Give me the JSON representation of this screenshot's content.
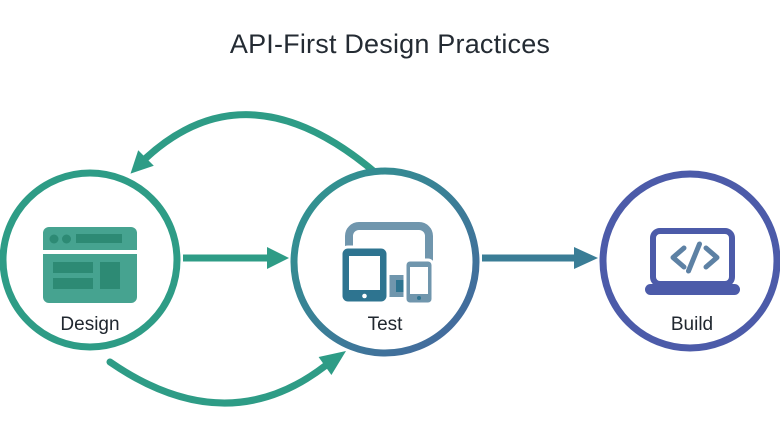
{
  "title": "API-First Design Practices",
  "colors": {
    "title_text": "#242B33",
    "label_text": "#20272F",
    "green": "#2E9C86",
    "green_icon": "#46A390",
    "green_icon_dark": "#2D8A74",
    "teal_arrow": "#3A7D96",
    "test_gradient_start": "#2F988E",
    "test_gradient_end": "#46659F",
    "device_light": "#7096AD",
    "device_dark": "#2E7490",
    "indigo": "#4C5BA9",
    "code_glyph": "#5D81A4",
    "white": "#FFFFFF"
  },
  "nodes": [
    {
      "label": "Design",
      "icon": "browser-window-icon"
    },
    {
      "label": "Test",
      "icon": "responsive-devices-icon"
    },
    {
      "label": "Build",
      "icon": "laptop-code-icon"
    }
  ],
  "connections": [
    {
      "from": "Design",
      "to": "Test",
      "type": "straight-arrow"
    },
    {
      "from": "Test",
      "to": "Build",
      "type": "straight-arrow"
    },
    {
      "from": "Test",
      "to": "Design",
      "type": "curved-arrow-top"
    },
    {
      "from": "Design",
      "to": "Test",
      "type": "curved-arrow-bottom"
    }
  ]
}
